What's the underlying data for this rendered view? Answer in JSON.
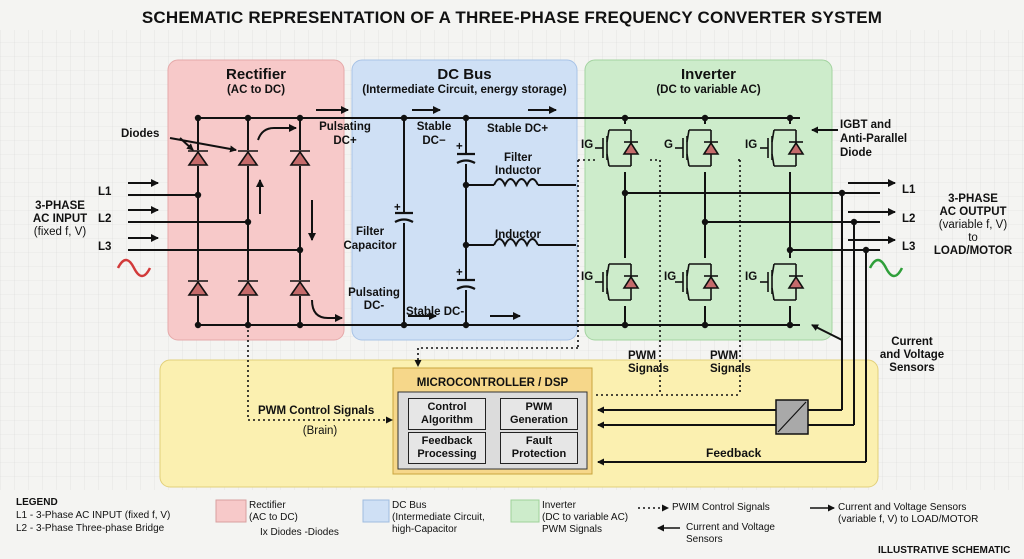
{
  "title": "SCHEMATIC REPRESENTATION OF A THREE-PHASE FREQUENCY CONVERTER SYSTEM",
  "sections": {
    "rectifier": {
      "title": "Rectifier",
      "subtitle": "(AC to DC)",
      "color": "#f7c9c9"
    },
    "dcbus": {
      "title": "DC Bus",
      "subtitle": "(Intermediate Circuit, energy storage)",
      "color": "#cfe0f5"
    },
    "inverter": {
      "title": "Inverter",
      "subtitle": "(DC to variable AC)",
      "color": "#cdeccb"
    },
    "control": {
      "color": "#fbf0b0"
    }
  },
  "labels": {
    "diodes": "Diodes",
    "input_l1": "3-PHASE",
    "input_l2": "AC INPUT",
    "input_l3": "(fixed f, V)",
    "in_phase1": "L1",
    "in_phase2": "L2",
    "in_phase3": "L3",
    "pulsating_dc_plus_1": "Pulsating",
    "pulsating_dc_plus_2": "DC+",
    "pulsating_dc_minus_1": "Pulsating",
    "pulsating_dc_minus_2": "DC-",
    "stable_dc_minus_top_1": "Stable",
    "stable_dc_minus_top_2": "DC−",
    "stable_dc_plus": "Stable DC+",
    "stable_dc_minus_bottom": "Stable DC-",
    "filter_capacitor_1": "Filter",
    "filter_capacitor_2": "Capacitor",
    "filter_inductor_1": "Filter",
    "filter_inductor_2": "Inductor",
    "inductor": "Inductor",
    "igbt_1": "IGBT and",
    "igbt_2": "Anti-Parallel",
    "igbt_3": "Diode",
    "ig": "IG",
    "g": "G",
    "out_phase1": "L1",
    "out_phase2": "L2",
    "out_phase3": "L3",
    "output_1": "3-PHASE",
    "output_2": "AC OUTPUT",
    "output_3": "(variable f, V)",
    "output_4": "to",
    "output_5": "LOAD/MOTOR",
    "sensors_1": "Current",
    "sensors_2": "and Voltage",
    "sensors_3": "Sensors",
    "pwm_signals_a1": "PWM",
    "pwm_signals_a2": "Signals",
    "pwm_signals_b1": "PWM",
    "pwm_signals_b2": "Signals",
    "pwm_control_1": "PWM Control Signals",
    "pwm_control_2": "(Brain)",
    "mcu": "MICROCONTROLLER / DSP",
    "control_algorithm_1": "Control",
    "control_algorithm_2": "Algorithm",
    "pwm_generation_1": "PWM",
    "pwm_generation_2": "Generation",
    "feedback_processing_1": "Feedback",
    "feedback_processing_2": "Processing",
    "fault_protection_1": "Fault",
    "fault_protection_2": "Protection",
    "feedback": "Feedback",
    "plus": "+"
  },
  "legend": {
    "title": "LEGEND",
    "l1": "L1 - 3-Phase AC INPUT (fixed f, V)",
    "l2": "L2 - 3-Phase Three-phase Bridge",
    "rect_1": "Rectifier",
    "rect_2": "(AC to DC)",
    "rect_3": "Ix Diodes -Diodes",
    "dc_1": "DC Bus",
    "dc_2": "(Intermediate Circuit,",
    "dc_3": "high-Capacitor",
    "inv_1": "Inverter",
    "inv_2": "(DC to variable AC)",
    "inv_3": "PWM Signals",
    "pwm_ctrl": "PWIM Control Signals",
    "cv_1": "Current and Voltage",
    "cv_2": "Sensors",
    "cvs_1": "Current and Voltage Sensors",
    "cvs_2": "(variable f, V) to LOAD/MOTOR"
  },
  "footer": "ILLUSTRATIVE SCHEMATIC"
}
